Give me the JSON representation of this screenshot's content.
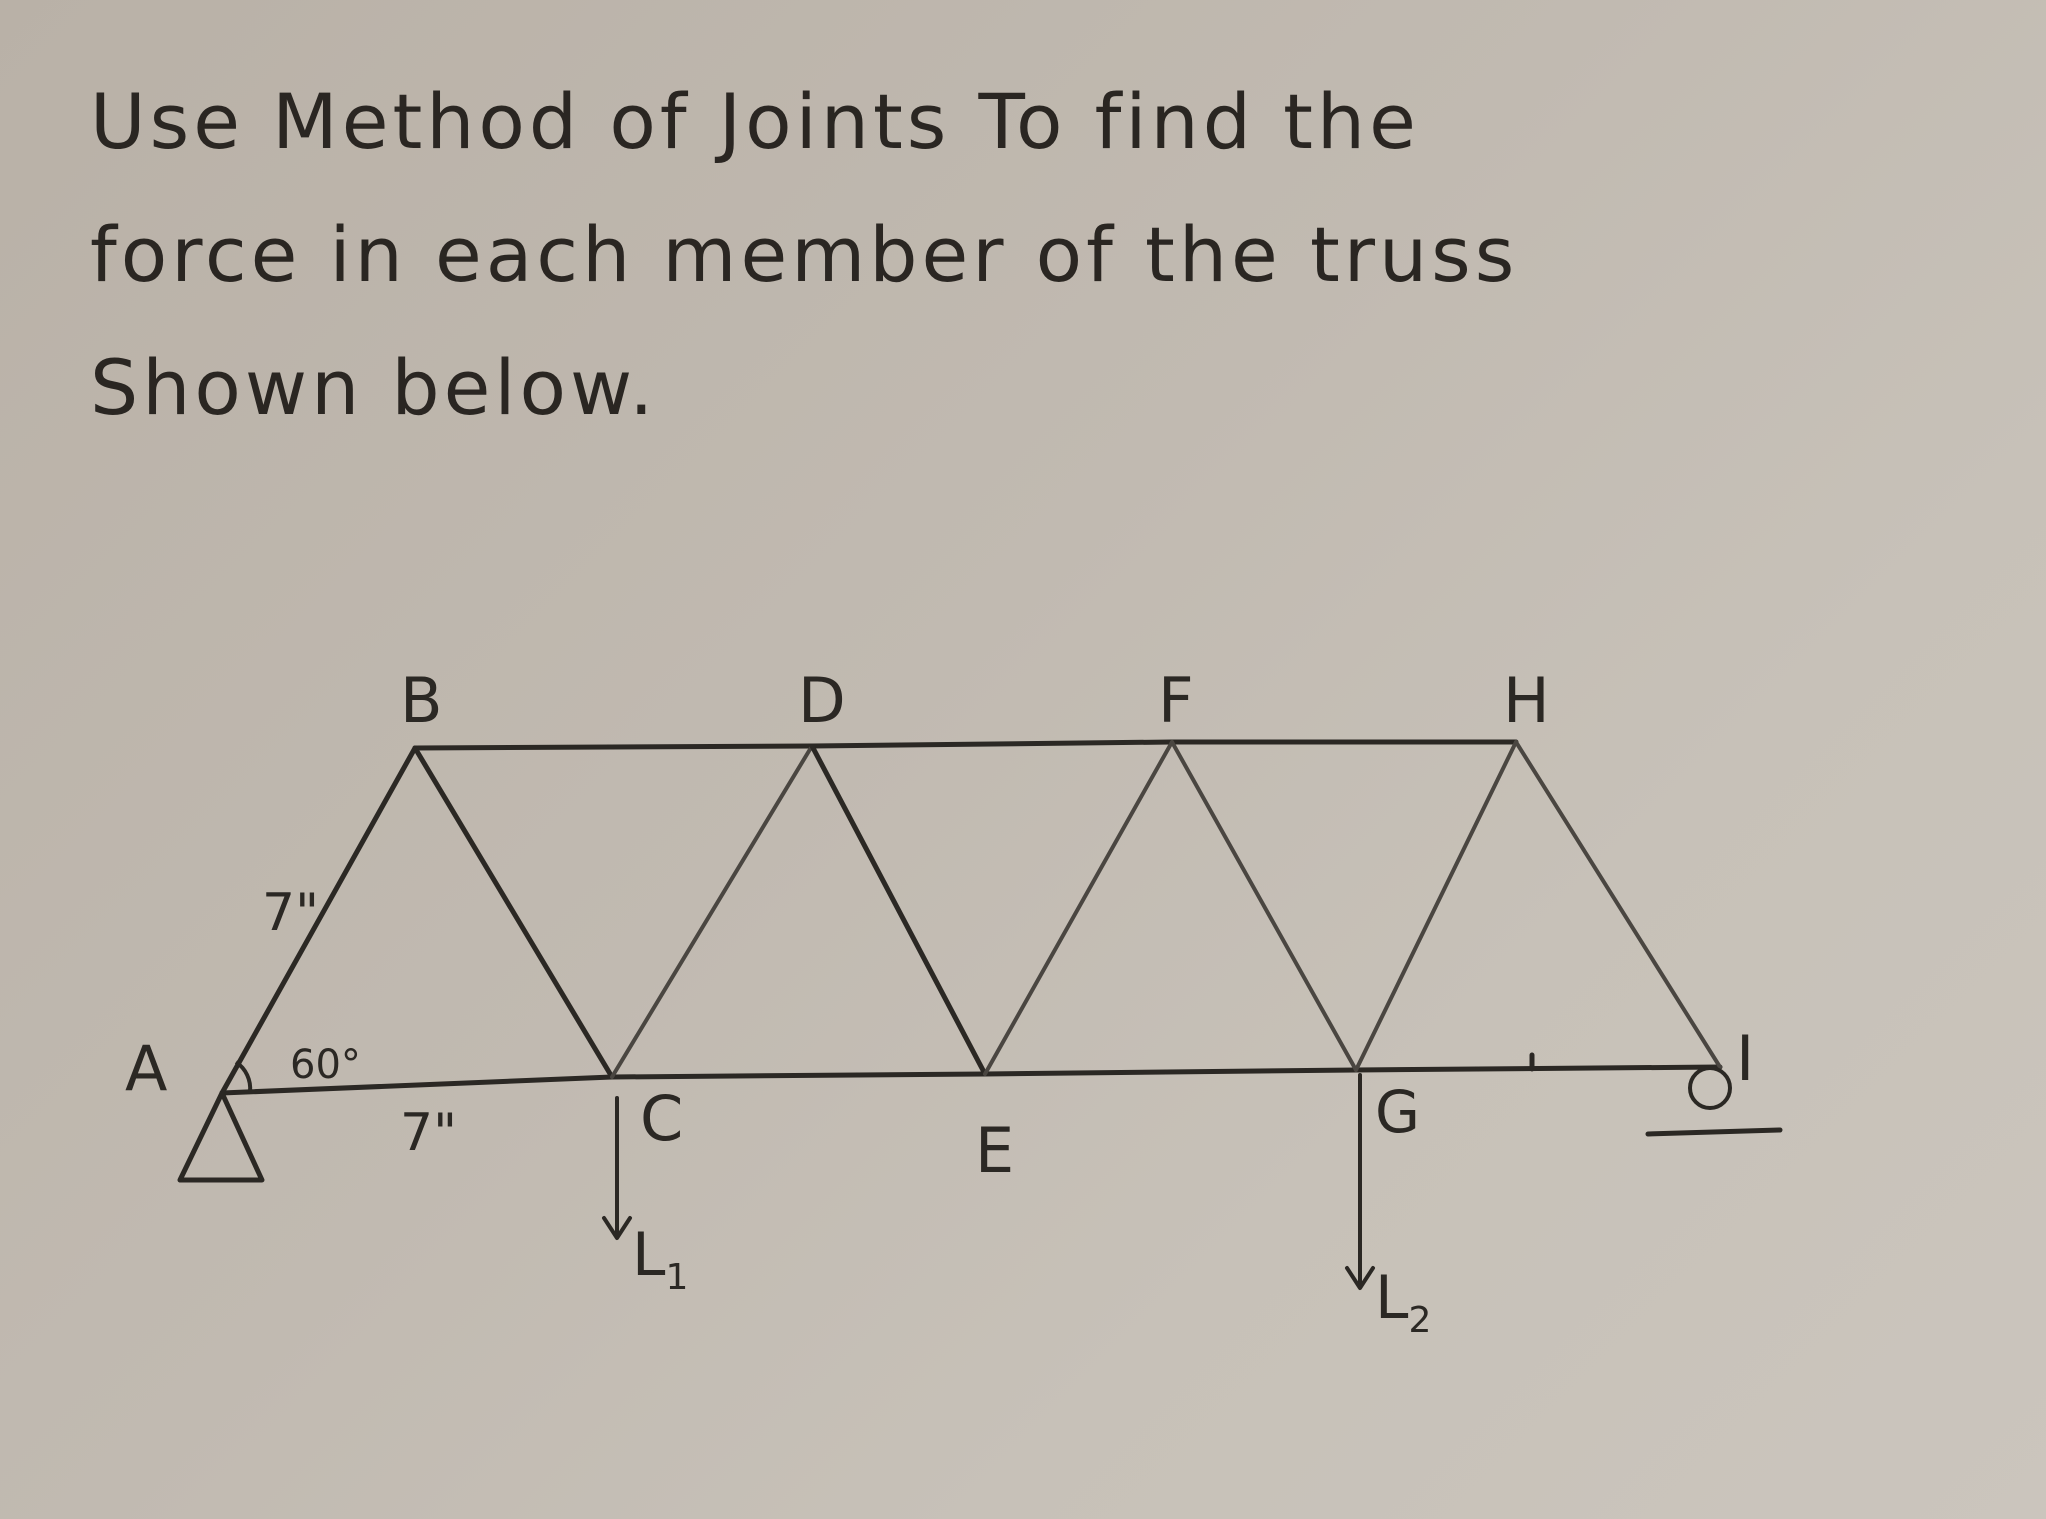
{
  "problem": {
    "line1": "Use Method of Joints To find the",
    "line2": "force in each member of the truss",
    "line3": "Shown below."
  },
  "truss": {
    "joints": {
      "A": "A",
      "B": "B",
      "C": "C",
      "D": "D",
      "E": "E",
      "F": "F",
      "G": "G",
      "H": "H",
      "I": "I"
    },
    "dimensions": {
      "member_length": "7\"",
      "bottom_length": "7\"",
      "angle": "60°"
    },
    "loads": {
      "L1": {
        "letter": "L",
        "subscript": "1"
      },
      "L2": {
        "letter": "L",
        "subscript": "2"
      }
    }
  }
}
